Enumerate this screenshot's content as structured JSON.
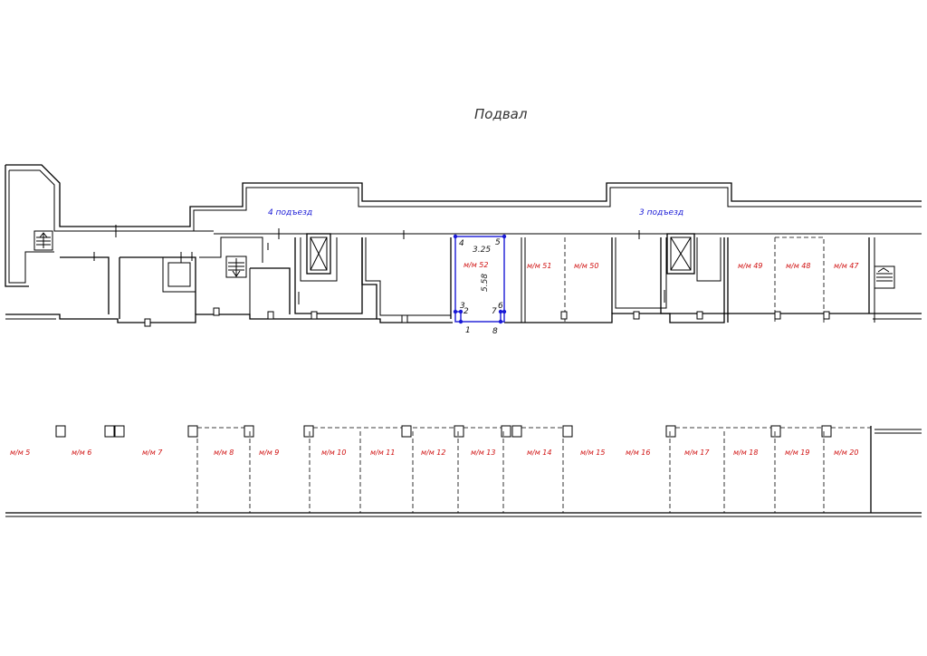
{
  "title": "Подвал",
  "entrances": [
    {
      "label": "4 подъезд"
    },
    {
      "label": "3 подъезд"
    }
  ],
  "selected_space": {
    "label": "м/м 52",
    "width": "3.25",
    "length": "5.58",
    "vertex_numbers": [
      "1",
      "2",
      "3",
      "4",
      "5",
      "6",
      "7",
      "8"
    ]
  },
  "upper_spaces": [
    "м/м 51",
    "м/м 50",
    "м/м 49",
    "м/м 48",
    "м/м 47"
  ],
  "lower_spaces": [
    "м/м 5",
    "м/м 6",
    "м/м 7",
    "м/м 8",
    "м/м 9",
    "м/м 10",
    "м/м 11",
    "м/м 12",
    "м/м 13",
    "м/м 14",
    "м/м 15",
    "м/м 16",
    "м/м 17",
    "м/м 18",
    "м/м 19",
    "м/м 20"
  ],
  "colors": {
    "walls": "#000000",
    "selection": "#1a1ad6",
    "space_labels": "#d01010",
    "entrance_labels": "#1a1ad6"
  }
}
